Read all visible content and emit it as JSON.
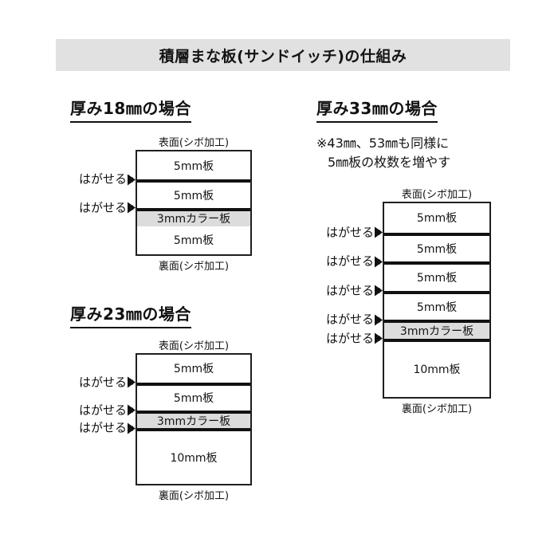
{
  "header": {
    "title": "積層まな板(サンドイッチ)の仕組み",
    "background": "#e1e1e1"
  },
  "labels": {
    "front_face": "表面(シボ加工)",
    "back_face": "裏面(シボ加工)",
    "peel": "はがせる",
    "arrow_icon": "right-arrow-icon"
  },
  "colors": {
    "color_layer_fill": "#dcdcdc",
    "outline": "#1f1f1f",
    "peel_seam": "#111111",
    "page_background": "#ffffff"
  },
  "sections": [
    {
      "id": "thickness-18",
      "heading": "厚み18㎜の場合",
      "note": null,
      "top_label": "表面(シボ加工)",
      "bottom_label": "裏面(シボ加工)",
      "layers": [
        {
          "label": "5mm板",
          "type": "plain",
          "peelable_above": false
        },
        {
          "label": "5mm板",
          "type": "plain",
          "peelable_above": true
        },
        {
          "label": "3mmカラー板",
          "type": "color",
          "peelable_above": true
        },
        {
          "label": "5mm板",
          "type": "plain",
          "peelable_above": false
        }
      ],
      "peel_count": 2
    },
    {
      "id": "thickness-23",
      "heading": "厚み23㎜の場合",
      "note": null,
      "top_label": "表面(シボ加工)",
      "bottom_label": "裏面(シボ加工)",
      "layers": [
        {
          "label": "5mm板",
          "type": "plain",
          "peelable_above": false
        },
        {
          "label": "5mm板",
          "type": "plain",
          "peelable_above": true
        },
        {
          "label": "3mmカラー板",
          "type": "color",
          "peelable_above": true
        },
        {
          "label": "10mm板",
          "type": "plain",
          "peelable_above": true
        }
      ],
      "peel_count": 3
    },
    {
      "id": "thickness-33",
      "heading": "厚み33㎜の場合",
      "note": {
        "line1": "※43㎜、53㎜も同様に",
        "line2": "5㎜板の枚数を増やす"
      },
      "top_label": "表面(シボ加工)",
      "bottom_label": "裏面(シボ加工)",
      "layers": [
        {
          "label": "5mm板",
          "type": "plain",
          "peelable_above": false
        },
        {
          "label": "5mm板",
          "type": "plain",
          "peelable_above": true
        },
        {
          "label": "5mm板",
          "type": "plain",
          "peelable_above": true
        },
        {
          "label": "5mm板",
          "type": "plain",
          "peelable_above": true
        },
        {
          "label": "3mmカラー板",
          "type": "color",
          "peelable_above": true
        },
        {
          "label": "10mm板",
          "type": "plain",
          "peelable_above": true
        }
      ],
      "peel_count": 5
    }
  ]
}
